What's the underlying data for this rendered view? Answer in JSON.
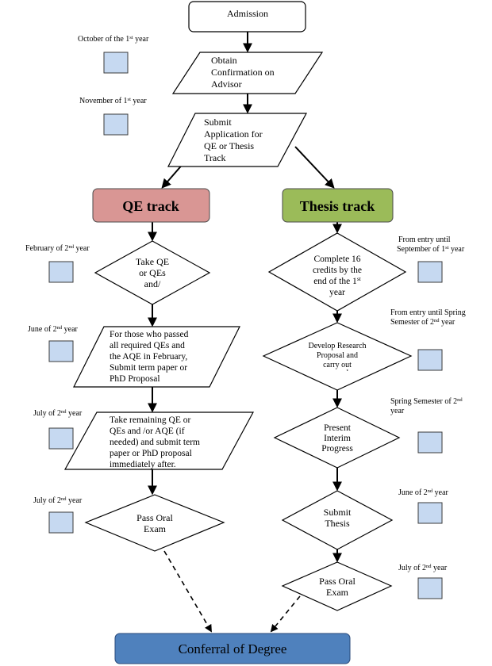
{
  "colors": {
    "qe_track": "#d99694",
    "thesis_track": "#9bbb59",
    "conferral": "#4f81bd",
    "checkbox": "#c6d9f1"
  },
  "nodes": {
    "admission": "Admission",
    "obtain": [
      "Obtain",
      "Confirmation on",
      "Advisor"
    ],
    "submit_app": [
      "Submit",
      "Application for",
      "QE or Thesis",
      "Track"
    ],
    "qe_track": "QE track",
    "thesis_track": "Thesis track",
    "take_qe": [
      "Take QE",
      "or QEs",
      "and/"
    ],
    "passed": [
      "For those who passed",
      "all required QEs and",
      "the AQE in February,",
      "Submit term paper or",
      "PhD Proposal"
    ],
    "remaining": [
      "Take remaining QE or",
      "QEs and /or AQE (if",
      "needed) and submit term",
      "paper or PhD proposal",
      "immediately after."
    ],
    "qe_oral": [
      "Pass Oral",
      "Exam"
    ],
    "credits": [
      "Complete 16",
      "credits by the",
      "end of the 1st",
      "year"
    ],
    "develop": [
      "Develop Research",
      "Proposal and",
      "carry out",
      "research"
    ],
    "interim": [
      "Present",
      "Interim",
      "Progress"
    ],
    "submit_thesis": [
      "Submit",
      "Thesis"
    ],
    "thesis_oral": [
      "Pass Oral",
      "Exam"
    ],
    "conferral": "Conferral of Degree"
  },
  "timing_labels": {
    "oct": "October of the 1st year",
    "nov": "November of 1st year",
    "feb": "February of 2nd year",
    "june_left": "June of 2nd year",
    "july_left_1": "July of 2nd year",
    "july_left_2": "July of 2nd year",
    "entry_sept": [
      "From entry until",
      "September of 1st year"
    ],
    "entry_spring": [
      "From entry until Spring",
      "Semester of 2nd year"
    ],
    "spring": [
      "Spring Semester of 2nd",
      "year"
    ],
    "june_right": "June of 2nd year",
    "july_right": "July of 2nd year"
  }
}
